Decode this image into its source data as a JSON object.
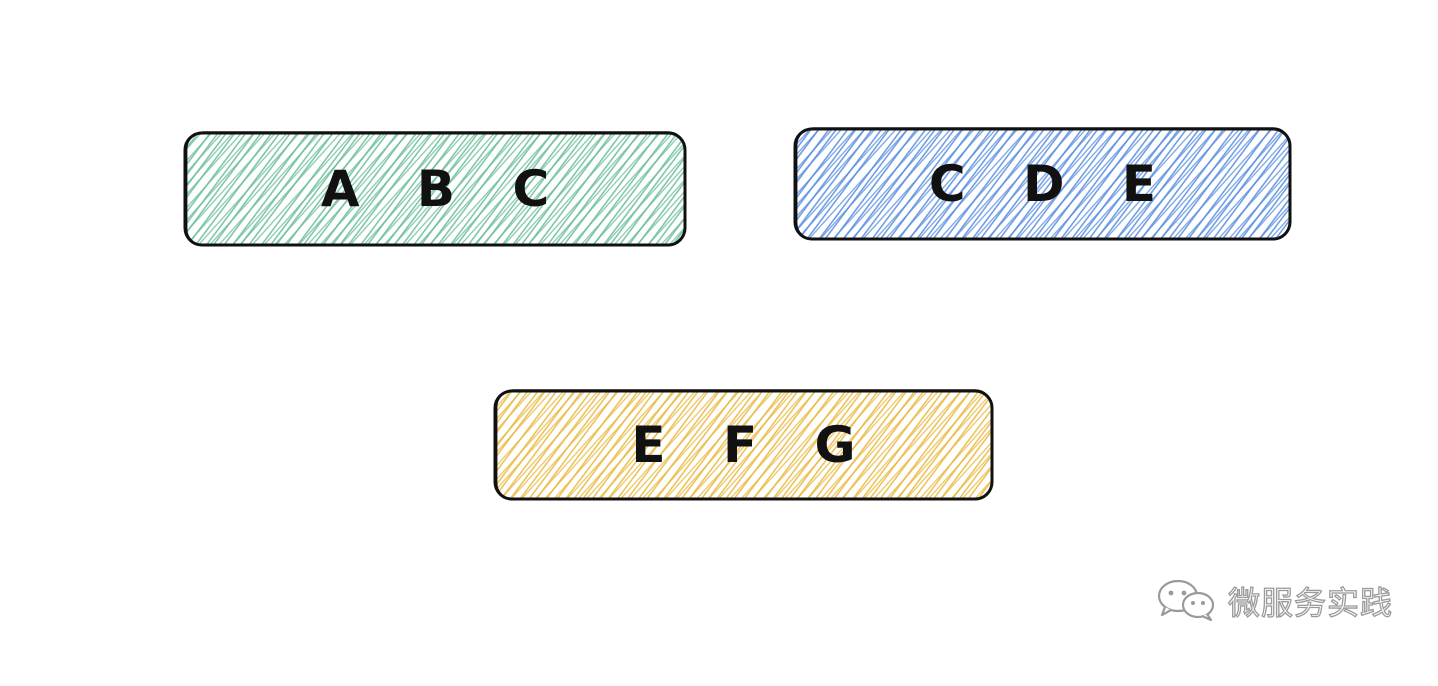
{
  "boxes": [
    {
      "id": "abc",
      "label": "A B C",
      "fill_color": "#6bbf98"
    },
    {
      "id": "cde",
      "label": "C D E",
      "fill_color": "#5a8fe0"
    },
    {
      "id": "efg",
      "label": "E F G",
      "fill_color": "#eab93f"
    }
  ],
  "watermark": {
    "icon": "wechat-icon",
    "text": "微服务实践"
  },
  "colors": {
    "stroke": "#111111",
    "background": "#ffffff"
  }
}
